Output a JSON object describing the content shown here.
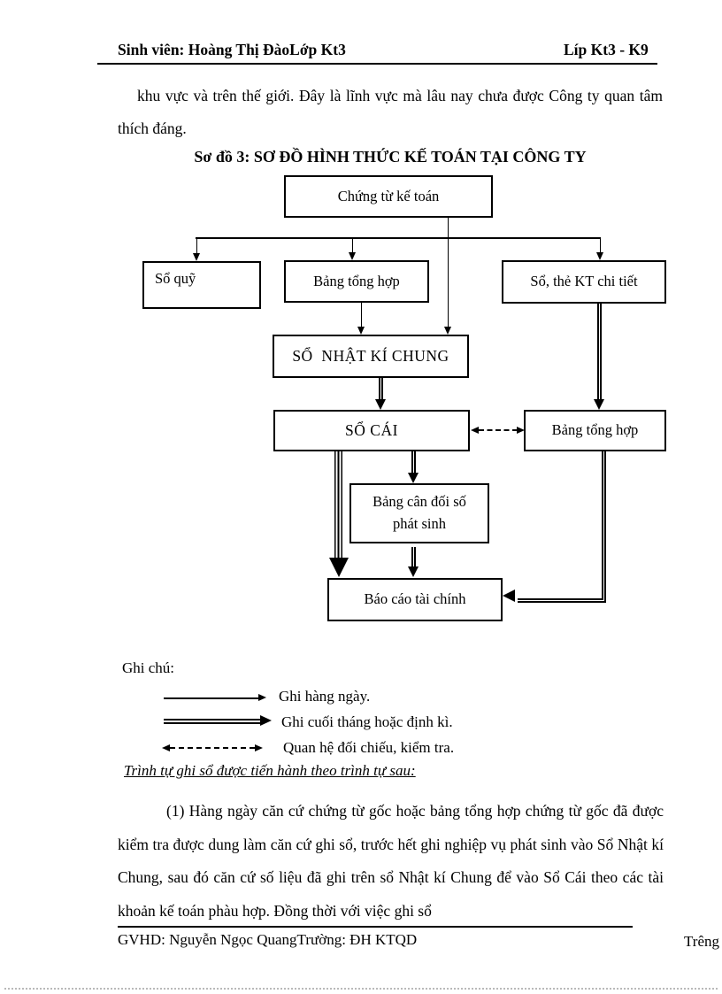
{
  "header": {
    "left": "Sinh viên: Hoàng Thị ĐàoLớp Kt3",
    "right": "Líp Kt3 - K9"
  },
  "intro_paragraph": "khu vực và trên thế giới. Đây là lĩnh vực mà lâu nay chưa được Công ty quan tâm thích đáng.",
  "diagram": {
    "title": "Sơ đồ 3: SƠ ĐỒ HÌNH THỨC KẾ TOÁN TẠI CÔNG TY",
    "boxes": {
      "chung_tu": "Chứng từ kế toán",
      "so_quy": "Sổ quỹ",
      "bang_tong_hop_1": "Bảng tổng hợp",
      "so_the_kt": "Sổ, thẻ KT chi tiết",
      "nhat_ki_chung": "SỔ  NHẬT KÍ CHUNG",
      "so_cai": "SỔ CÁI",
      "bang_tong_hop_2": "Bảng tổng hợp",
      "can_doi": "Bảng cân đối số phát sinh",
      "bao_cao": "Báo cáo tài chính"
    }
  },
  "legend": {
    "title": "Ghi chú:",
    "items": [
      {
        "symbol": "solid-arrow",
        "label": "Ghi hàng ngày."
      },
      {
        "symbol": "double-line-arrow",
        "label": "Ghi cuối tháng hoặc định kì."
      },
      {
        "symbol": "dashed-double-arrow",
        "label": "Quan hệ đối chiếu, kiểm tra."
      }
    ]
  },
  "procedure": {
    "heading": "Trình tự ghi sổ được tiến hành theo trình tự sau:",
    "paragraph": "(1) Hàng ngày căn cứ chứng từ gốc hoặc bảng tổng hợp chứng từ gốc đã được kiểm tra được dung làm căn cứ ghi sổ, trước hết ghi nghiệp vụ phát sinh vào Sổ Nhật kí Chung, sau đó căn cứ số liệu đã ghi trên sổ Nhật kí Chung để vào Sổ Cái theo các tài khoản kế toán phàu hợp. Đồng thời với việc ghi sổ"
  },
  "footer": {
    "left": "GVHD: Nguyễn Ngọc QuangTrường: ĐH KTQD",
    "right": "Trêng"
  },
  "colors": {
    "text": "#000000",
    "background": "#ffffff",
    "line": "#000000"
  }
}
